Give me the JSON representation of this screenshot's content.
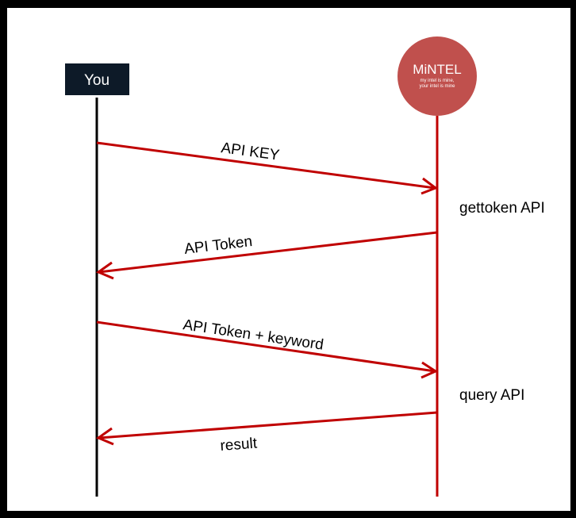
{
  "diagram": {
    "participants": {
      "you": {
        "label": "You"
      },
      "mintel": {
        "title": "MiNTEL",
        "tagline_line1": "my intel is mine,",
        "tagline_line2": "your intel is mine"
      }
    },
    "messages": [
      {
        "label": "API KEY",
        "from": "you",
        "to": "mintel"
      },
      {
        "label": "API Token",
        "from": "mintel",
        "to": "you"
      },
      {
        "label": "API Token + keyword",
        "from": "you",
        "to": "mintel"
      },
      {
        "label": "result",
        "from": "mintel",
        "to": "you"
      }
    ],
    "notes": [
      {
        "label": "gettoken API"
      },
      {
        "label": "query API"
      }
    ],
    "colors": {
      "arrow": "#c00000",
      "you_box": "#0d1a28",
      "mintel_circle": "#c0504d",
      "lifeline_you": "#000000",
      "lifeline_mintel": "#c00000"
    }
  }
}
